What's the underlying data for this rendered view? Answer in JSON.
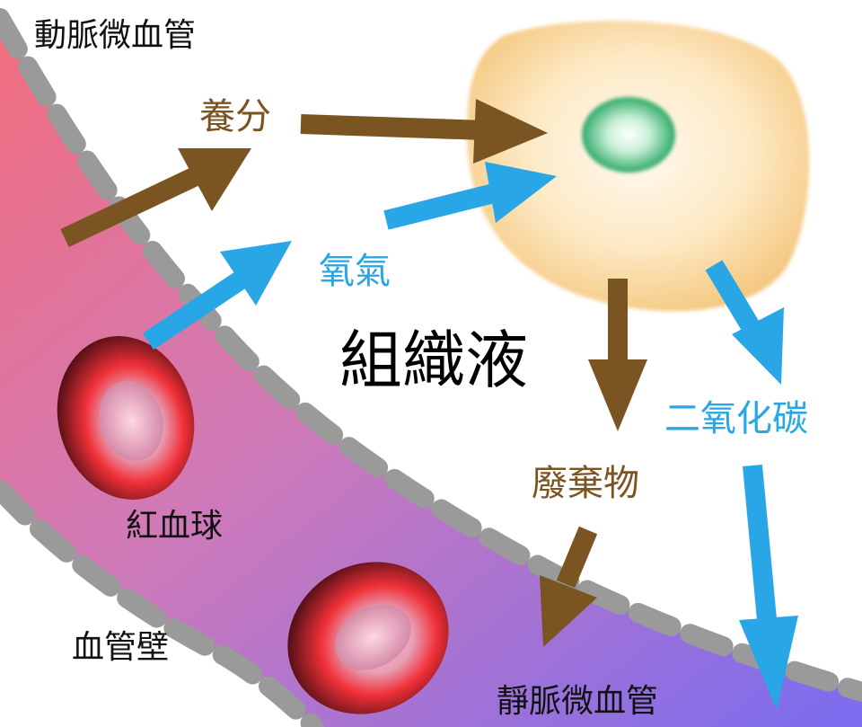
{
  "labels": {
    "arterial_capillary": "動脈微血管",
    "venous_capillary": "靜脈微血管",
    "vessel_wall": "血管壁",
    "red_blood_cell": "紅血球",
    "tissue_fluid": "組織液",
    "nutrients": "養分",
    "oxygen": "氧氣",
    "waste": "廢棄物",
    "carbon_dioxide": "二氧化碳"
  },
  "colors": {
    "nutrient_arrow": "#7a5522",
    "gas_arrow": "#29a6e6",
    "arterial_blood": "#f07a88",
    "venous_blood": "#8a78e8",
    "wall": "#9a9a9a",
    "cell": "#f6cf8e",
    "nucleus": "#3fbf7a"
  }
}
